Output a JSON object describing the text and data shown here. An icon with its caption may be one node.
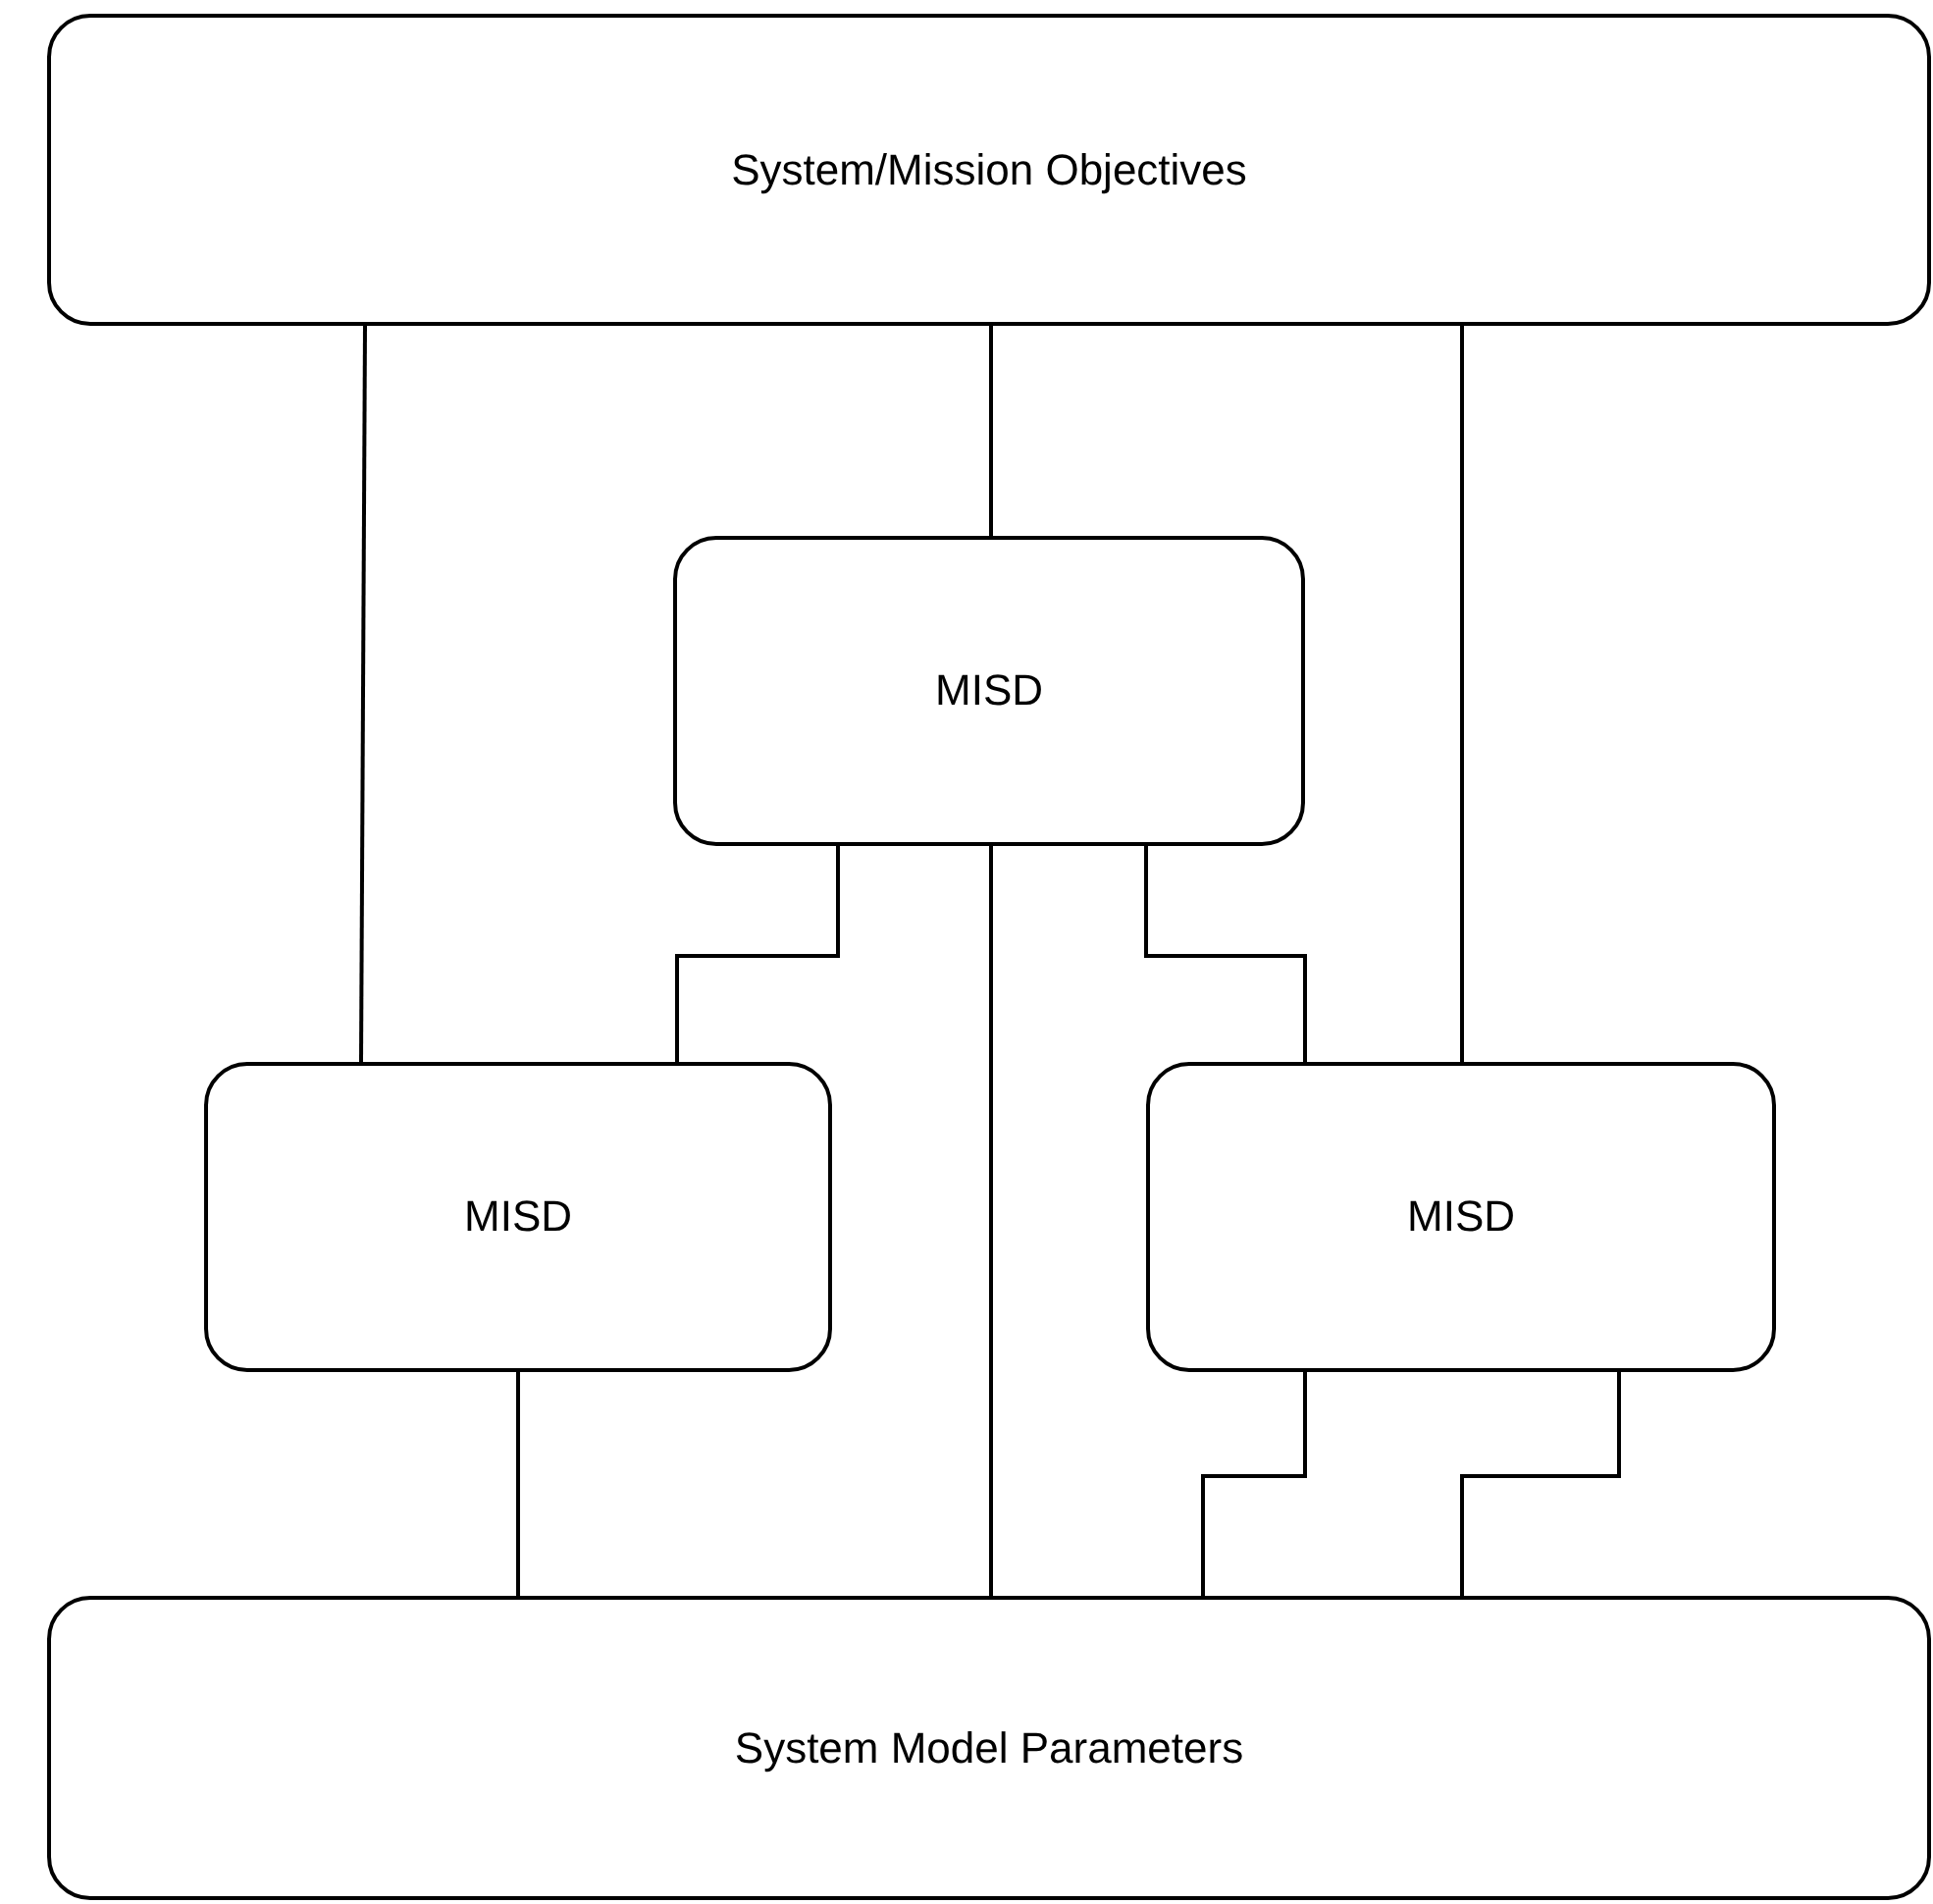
{
  "diagram": {
    "nodes": [
      {
        "text": [
          "System/Mission Objectives"
        ]
      },
      {
        "text": [
          "MISD"
        ]
      },
      {
        "text": [
          "MISD"
        ]
      },
      {
        "text": [
          "MISD"
        ]
      },
      {
        "text": [
          "System Model Parameters"
        ]
      }
    ],
    "edges": [
      {
        "from": 0,
        "to": 2,
        "arrow": "none"
      },
      {
        "from": 0,
        "to": 1,
        "arrow": "none"
      },
      {
        "from": 0,
        "to": 3,
        "arrow": "none"
      },
      {
        "from": 1,
        "to": 2,
        "arrow": "none"
      },
      {
        "from": 1,
        "to": 4,
        "arrow": "none"
      },
      {
        "from": 1,
        "to": 3,
        "arrow": "none"
      },
      {
        "from": 2,
        "to": 4,
        "arrow": "none"
      },
      {
        "from": 3,
        "to": 4,
        "arrow": "none"
      },
      {
        "from": 3,
        "to": 4,
        "arrow": "none"
      }
    ]
  }
}
